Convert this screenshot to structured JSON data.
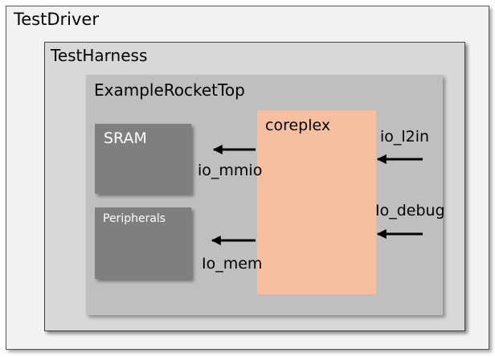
{
  "diagram": {
    "test_driver": "TestDriver",
    "test_harness": "TestHarness",
    "example_rocket_top": "ExampleRocketTop",
    "sram": "SRAM",
    "peripherals": "Peripherals",
    "coreplex": "coreplex",
    "io_mmio": "io_mmio",
    "io_mem": "Io_mem",
    "io_l2in": "io_l2in",
    "io_debug": "Io_debug"
  },
  "colors": {
    "test_driver_fill": "#f2f2f2",
    "test_harness_fill": "#d8d8d8",
    "rocket_top_fill": "#bfbfbf",
    "block_fill": "#7f7f7f",
    "coreplex_fill": "#f6c0a0"
  }
}
